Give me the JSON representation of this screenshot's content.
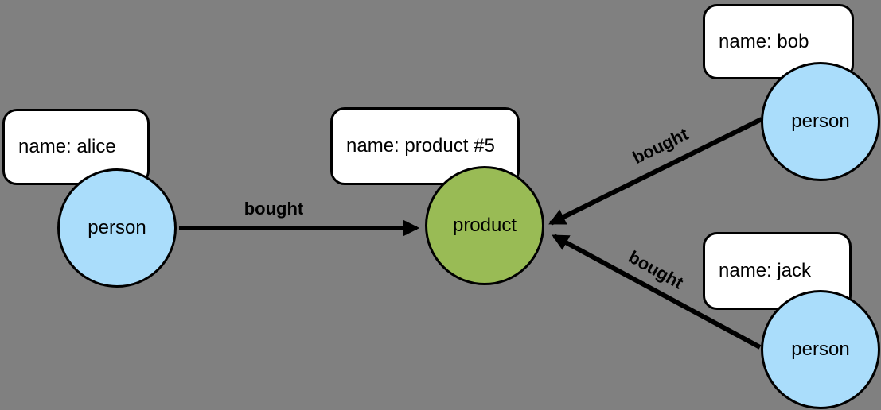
{
  "diagram": {
    "background_color": "#808080",
    "stroke_color": "#000000",
    "person_node_color": "#aaddfb",
    "product_node_color": "#99bb55",
    "property_box_color": "#ffffff",
    "nodes": [
      {
        "id": "alice",
        "label": "person",
        "type": "person",
        "property": "name: alice"
      },
      {
        "id": "product5",
        "label": "product",
        "type": "product",
        "property": "name: product #5"
      },
      {
        "id": "bob",
        "label": "person",
        "type": "person",
        "property": "name: bob"
      },
      {
        "id": "jack",
        "label": "person",
        "type": "person",
        "property": "name: jack"
      }
    ],
    "edges": [
      {
        "from": "alice",
        "to": "product5",
        "label": "bought"
      },
      {
        "from": "bob",
        "to": "product5",
        "label": "bought"
      },
      {
        "from": "jack",
        "to": "product5",
        "label": "bought"
      }
    ]
  }
}
